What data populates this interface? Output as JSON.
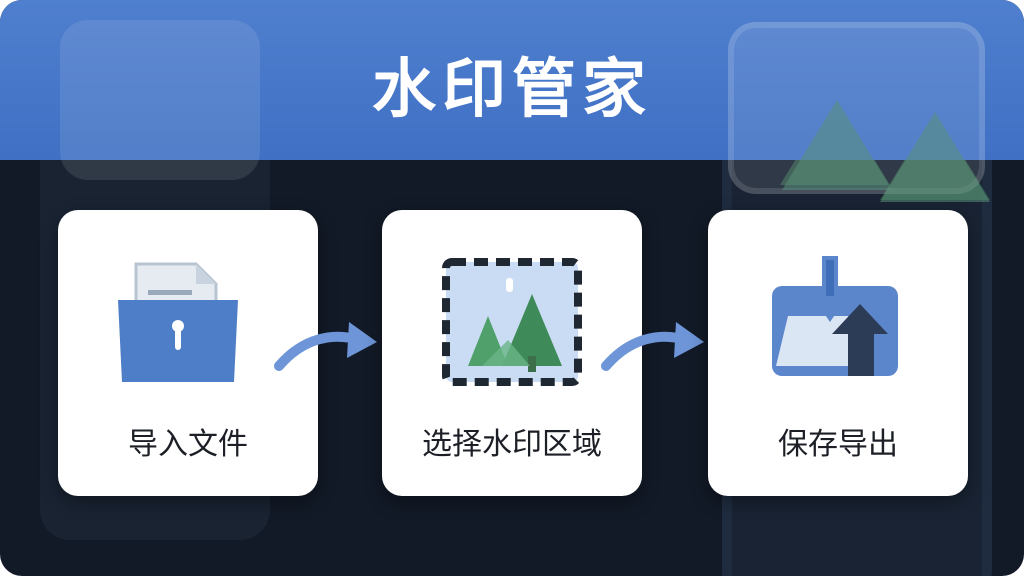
{
  "app": {
    "title": "水印管家"
  },
  "steps": [
    {
      "label": "导入文件",
      "icon": "import-file-icon"
    },
    {
      "label": "选择水印区域",
      "icon": "select-area-icon"
    },
    {
      "label": "保存导出",
      "icon": "save-export-icon"
    }
  ],
  "colors": {
    "header": "#4a7acb",
    "background": "#121a27",
    "card": "#ffffff",
    "accent_blue": "#5b86cc",
    "tree_green": "#4f9a5e"
  }
}
